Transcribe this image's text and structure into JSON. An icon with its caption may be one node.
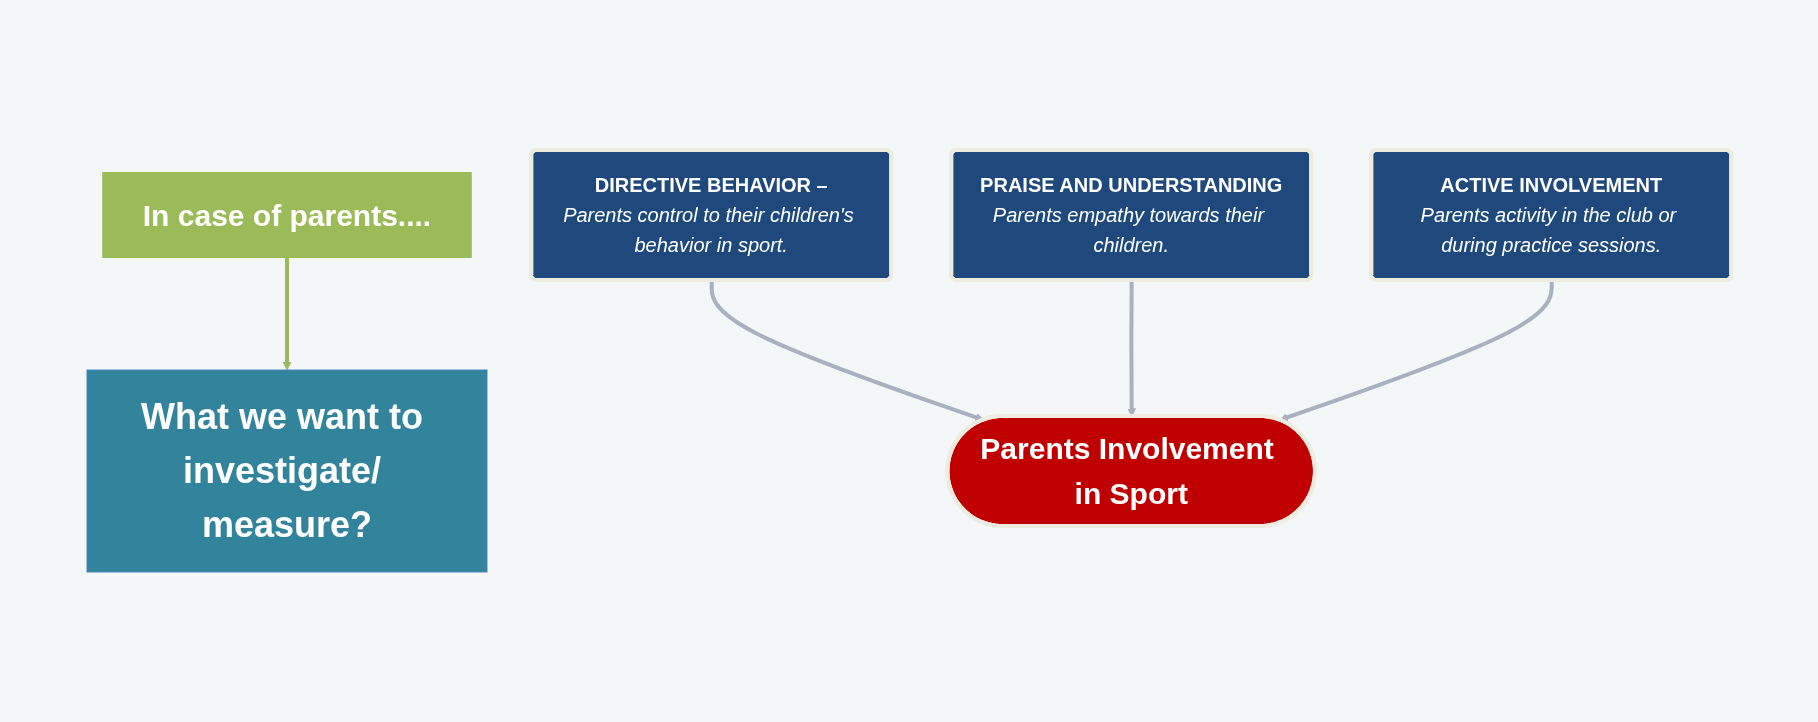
{
  "diagram": {
    "nodes": [
      {
        "text": [
          "In case of parents...."
        ]
      },
      {
        "text": [
          "What we want to investigate/ measure?"
        ]
      },
      {
        "text": [
          "PRAISE AND UNDERSTANDING",
          "Parents empathy towards their children."
        ]
      },
      {
        "text": [
          "DIRECTIVE BEHAVIOR –",
          "Parents control to their children's behavior in sport."
        ]
      },
      {
        "text": [
          "ACTIVE INVOLVEMENT",
          "Parents activity in the club or during practice sessions."
        ]
      },
      {
        "text": [
          "Parents Involvement in Sport"
        ]
      }
    ],
    "edges": [
      {
        "from": 0,
        "to": 1,
        "arrow": "to",
        "color": "#9bbb59"
      },
      {
        "from": 3,
        "to": 5,
        "arrow": "to"
      },
      {
        "from": 2,
        "to": 5,
        "arrow": "to"
      },
      {
        "from": 4,
        "to": 5,
        "arrow": "to"
      }
    ]
  }
}
